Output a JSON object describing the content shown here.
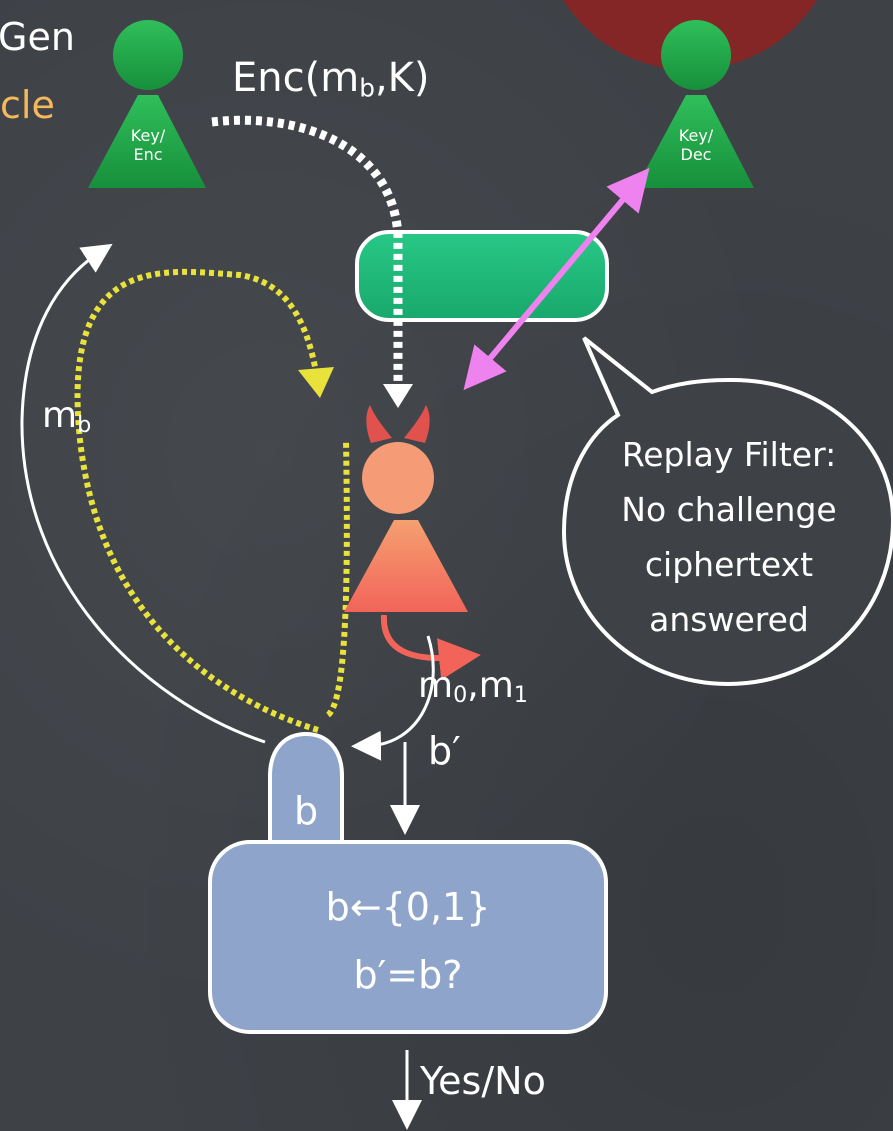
{
  "colors": {
    "background": "#3e4247",
    "key_party": "#22a94a",
    "adversary": "#f57a5b",
    "filter_box": "#21c07f",
    "challenger_box": "#8ea4cb",
    "decryption_arrow": "#ee82ee",
    "yellow_path": "#e8e23a",
    "oracle_text": "#f5b85a",
    "top_circle": "#8a2424"
  },
  "icons": {
    "key_enc_party": "pawn-icon",
    "key_dec_party": "pawn-icon",
    "adversary": "devil-pawn-icon"
  },
  "header": {
    "gen_fragment": "Gen",
    "oracle_fragment": "cle"
  },
  "parties": {
    "key_enc": {
      "line1": "Key/",
      "line2": "Enc"
    },
    "key_dec": {
      "line1": "Key/",
      "line2": "Dec"
    }
  },
  "labels": {
    "enc_prefix": "Enc(m",
    "enc_sub": "b",
    "enc_suffix": ",K)",
    "mb_main": "m",
    "mb_sub": "b",
    "m0m1_m0": "m",
    "m0m1_sub0": "0",
    "m0m1_mid": ",m",
    "m0m1_sub1": "1",
    "b_prime": "b′",
    "bit_b": "b",
    "yes_no": "Yes/No"
  },
  "challenger": {
    "line1": "b←{0,1}",
    "line2": "b′=b?"
  },
  "speech_bubble": {
    "line1": "Replay Filter:",
    "line2": "No challenge",
    "line3": "ciphertext",
    "line4": "answered"
  }
}
